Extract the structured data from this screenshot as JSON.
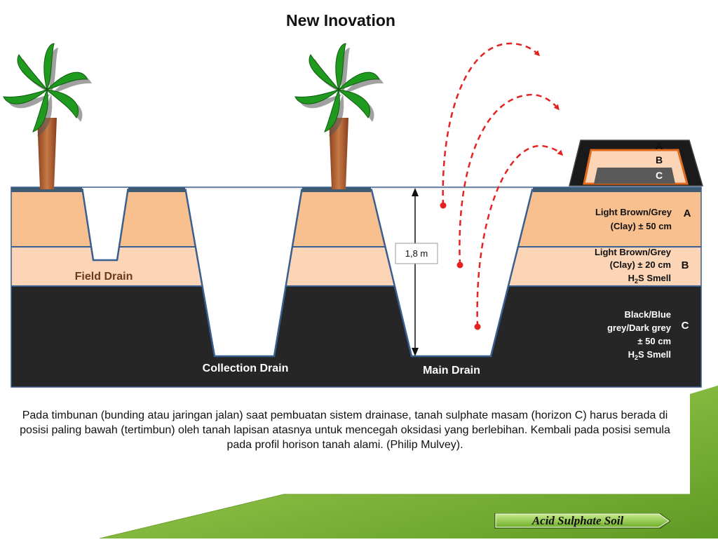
{
  "title": "New Inovation",
  "labels": {
    "field_drain": "Field Drain",
    "collection_drain": "Collection Drain",
    "main_drain": "Main Drain",
    "depth": "1,8 m"
  },
  "layers": {
    "a": {
      "letter": "A",
      "line1": "Light Brown/Grey",
      "line2": "(Clay) ± 50 cm"
    },
    "b": {
      "letter": "B",
      "line1": "Light Brown/Grey",
      "line2": "(Clay) ± 20 cm",
      "line3_main": "H",
      "line3_sub": "2",
      "line3_rest": "S Smell"
    },
    "c": {
      "letter": "C",
      "line1": "Black/Blue",
      "line2": "grey/Dark grey",
      "line3": "± 50 cm",
      "line4_main": "H",
      "line4_sub": "2",
      "line4_rest": "S Smell"
    }
  },
  "mound": {
    "a": "A",
    "b": "B",
    "c": "C"
  },
  "caption": "Pada timbunan (bunding atau jaringan jalan) saat pembuatan sistem drainase, tanah sulphate masam (horizon C) harus berada di posisi paling bawah (tertimbun) oleh tanah lapisan atasnya untuk mencegah oksidasi yang berlebihan.  Kembali pada posisi semula pada profil horison tanah alami. (Philip Mulvey).",
  "footer": "Acid Sulphate Soil",
  "colors": {
    "layer_a": "#f8c08e",
    "layer_b": "#fbd5b5",
    "layer_c": "#262626",
    "outline": "#3a5f8f",
    "arrow": "#e52222",
    "leaf": "#1f9a1f",
    "trunk": "#b5653c",
    "accent_green": "#8cbf3a"
  },
  "icons": [
    "palm-tree-icon",
    "curved-dashed-arrow-icon"
  ]
}
